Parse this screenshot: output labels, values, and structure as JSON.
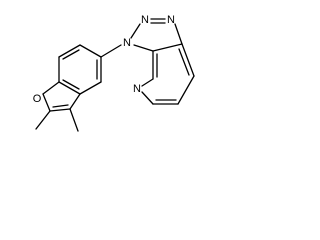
{
  "molecule": {
    "atoms": {
      "furan_oxygen": "O",
      "triazole_n1": "N",
      "triazole_n2": "N",
      "triazole_n3": "N",
      "pyridine_n": "N"
    }
  }
}
